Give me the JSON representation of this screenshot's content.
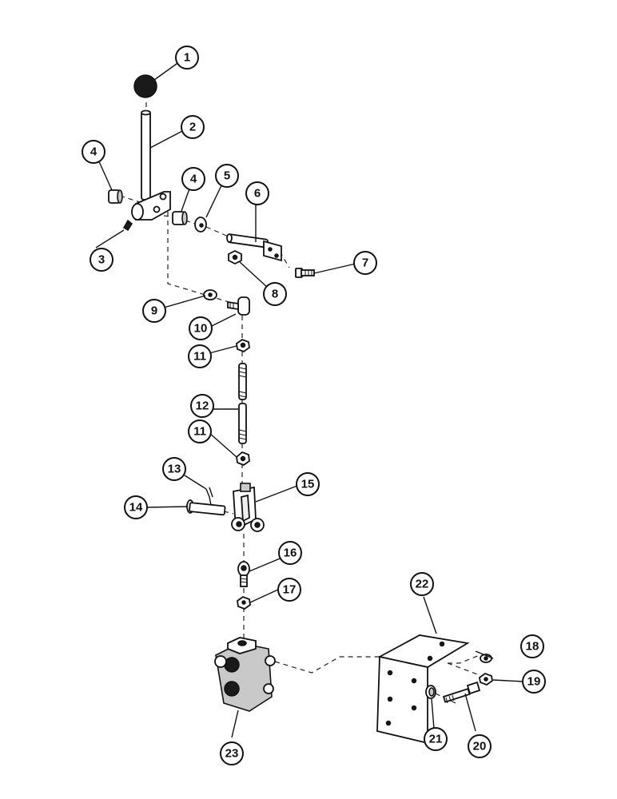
{
  "callouts": [
    {
      "id": "c1",
      "label": "1"
    },
    {
      "id": "c2",
      "label": "2"
    },
    {
      "id": "c3",
      "label": "3"
    },
    {
      "id": "c4a",
      "label": "4"
    },
    {
      "id": "c4b",
      "label": "4"
    },
    {
      "id": "c5",
      "label": "5"
    },
    {
      "id": "c6",
      "label": "6"
    },
    {
      "id": "c7",
      "label": "7"
    },
    {
      "id": "c8",
      "label": "8"
    },
    {
      "id": "c9",
      "label": "9"
    },
    {
      "id": "c10",
      "label": "10"
    },
    {
      "id": "c11a",
      "label": "11"
    },
    {
      "id": "c11b",
      "label": "11"
    },
    {
      "id": "c12",
      "label": "12"
    },
    {
      "id": "c13",
      "label": "13"
    },
    {
      "id": "c14",
      "label": "14"
    },
    {
      "id": "c15",
      "label": "15"
    },
    {
      "id": "c16",
      "label": "16"
    },
    {
      "id": "c17",
      "label": "17"
    },
    {
      "id": "c18",
      "label": "18"
    },
    {
      "id": "c19",
      "label": "19"
    },
    {
      "id": "c20",
      "label": "20"
    },
    {
      "id": "c21",
      "label": "21"
    },
    {
      "id": "c22",
      "label": "22"
    },
    {
      "id": "c23",
      "label": "23"
    }
  ]
}
